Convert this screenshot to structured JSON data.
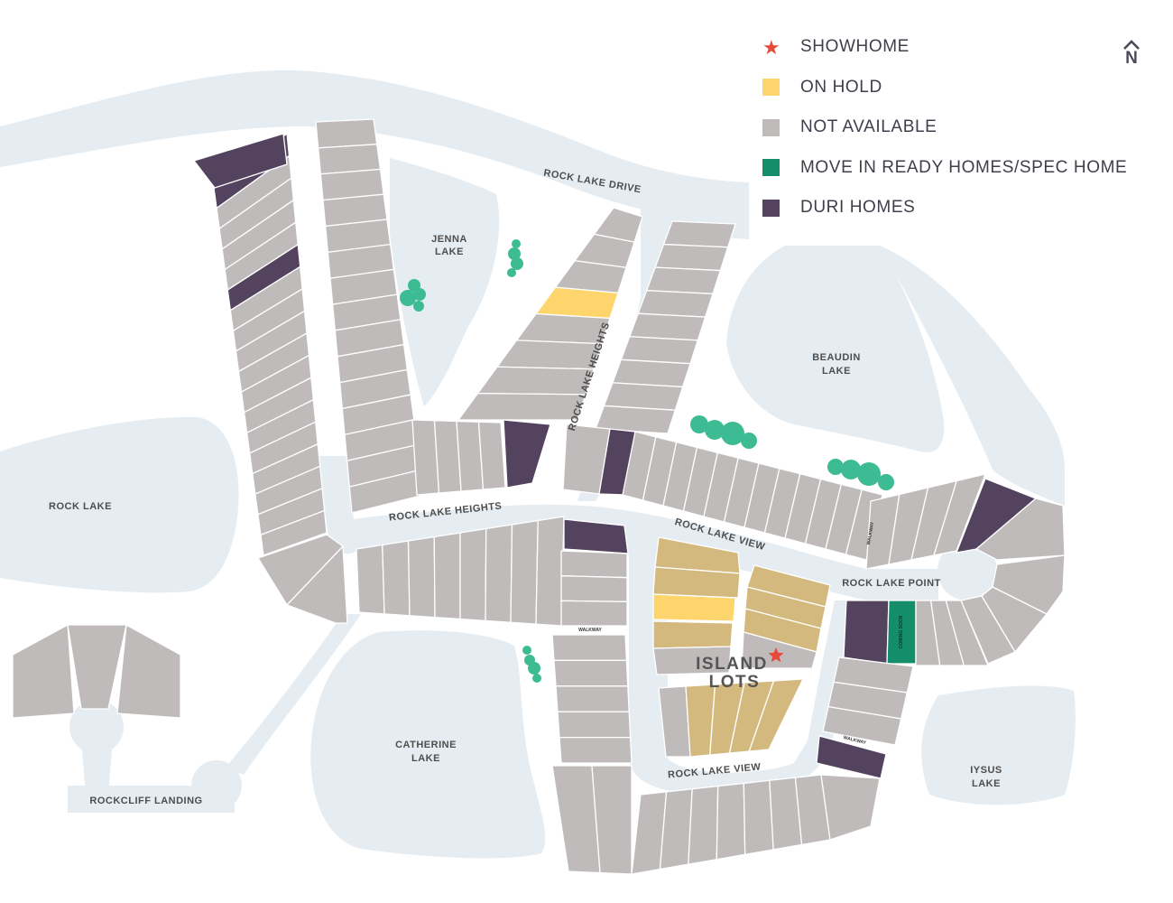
{
  "colors": {
    "water": "#e6edf2",
    "lot": "#bfbbba",
    "lot_stroke": "#ffffff",
    "on_hold": "#fdd56c",
    "island": "#d4b97e",
    "duri": "#53435f",
    "move_in_ready": "#148d6a",
    "trees": "#3dbb93",
    "showhome_star": "#e84a3a"
  },
  "legend": {
    "showhome": "SHOWHOME",
    "on_hold": "ON HOLD",
    "not_available": "NOT AVAILABLE",
    "move_in_ready": "MOVE IN READY HOMES/SPEC HOME",
    "duri": "DURI HOMES"
  },
  "compass": {
    "label": "N",
    "icon": "chevron-up-icon"
  },
  "lakes": {
    "jenna": [
      "JENNA",
      "LAKE"
    ],
    "beaudin": [
      "BEAUDIN",
      "LAKE"
    ],
    "rock": "ROCK LAKE",
    "catherine": [
      "CATHERINE",
      "LAKE"
    ],
    "iysus": [
      "IYSUS",
      "LAKE"
    ]
  },
  "roads": {
    "rock_lake_drive": "ROCK LAKE DRIVE",
    "rock_lake_heights_diagonal": "ROCK LAKE HEIGHTS",
    "rock_lake_heights": "ROCK LAKE HEIGHTS",
    "rock_lake_view_top": "ROCK LAKE VIEW",
    "rock_lake_view_bottom": "ROCK LAKE VIEW",
    "rock_lake_point": "ROCK LAKE POINT",
    "rockcliff_landing": "ROCKCLIFF LANDING"
  },
  "walkways": [
    "WALKWAY",
    "WALKWAY",
    "WALKWAY"
  ],
  "coming_soon": "COMING SOON",
  "island": [
    "ISLAND",
    "LOTS"
  ]
}
